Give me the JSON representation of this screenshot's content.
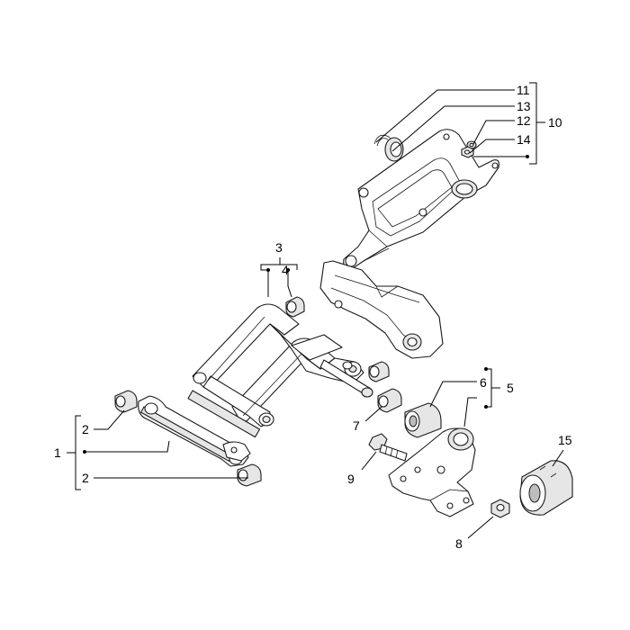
{
  "callouts": {
    "c1": "1",
    "c2a": "2",
    "c2b": "2",
    "c3": "3",
    "c4": "4",
    "c5": "5",
    "c6": "6",
    "c7": "7",
    "c8": "8",
    "c9": "9",
    "c10": "10",
    "c11": "11",
    "c12": "12",
    "c13": "13",
    "c14": "14",
    "c15": "15"
  },
  "colors": {
    "line": "#1a1a1a",
    "shade": "#e6e6e6",
    "background": "#ffffff"
  }
}
